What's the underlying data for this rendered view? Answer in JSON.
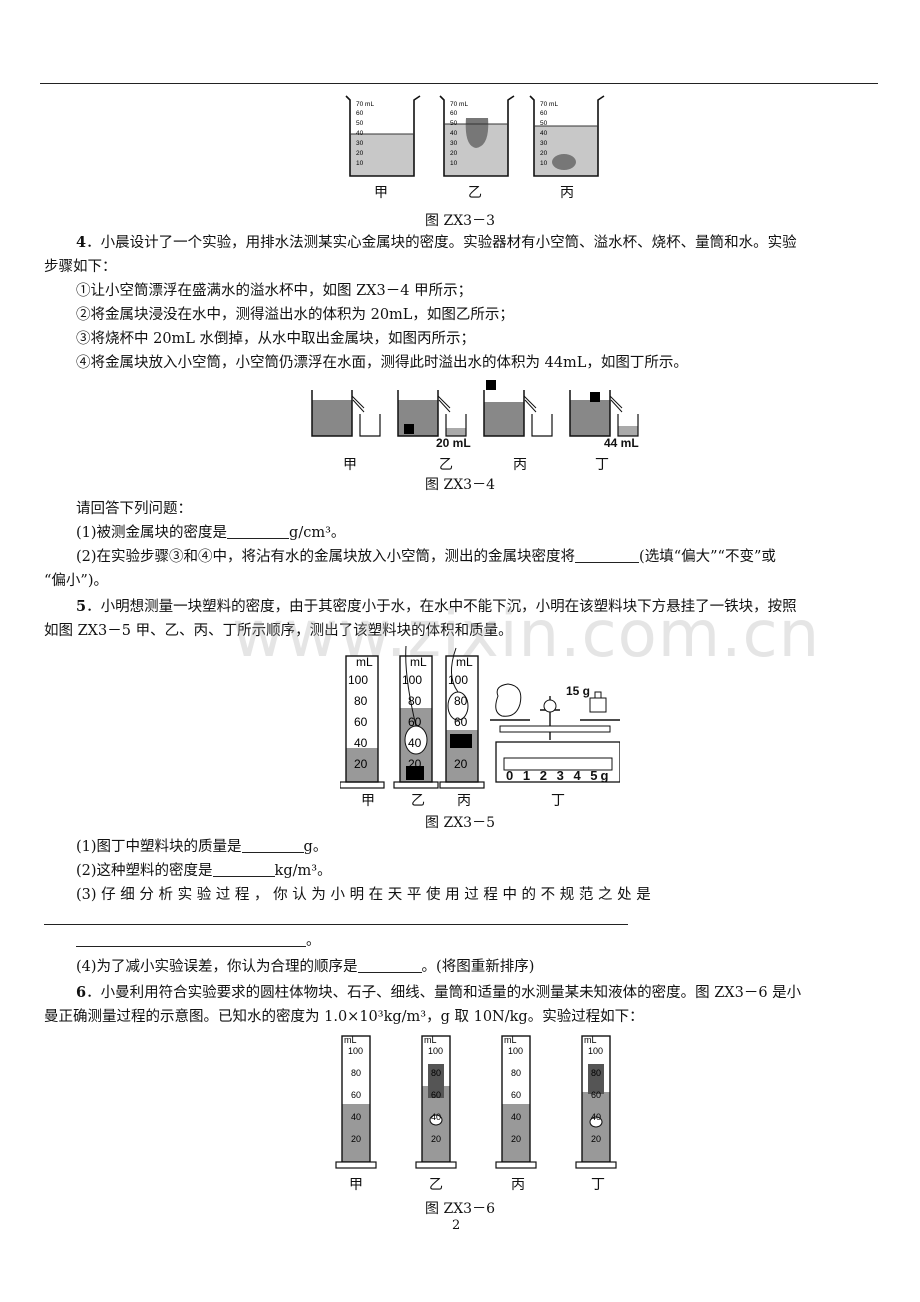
{
  "watermark": "www.zixin.com.cn",
  "page_number": "2",
  "fig3": {
    "caption": "图 ZX3－3",
    "labels": [
      "甲",
      "乙",
      "丙"
    ],
    "unit_label": "70 mL",
    "ticks": [
      "60",
      "50",
      "40",
      "30",
      "20",
      "10"
    ]
  },
  "q4": {
    "number": "4",
    "intro_line1": "．小晨设计了一个实验，用排水法测某实心金属块的密度。实验器材有小空筒、溢水杯、烧杯、量筒和水。实验",
    "intro_line2": "步骤如下：",
    "step1": "①让小空筒漂浮在盛满水的溢水杯中，如图 ZX3－4 甲所示；",
    "step2": "②将金属块浸没在水中，测得溢出水的体积为 20mL，如图乙所示；",
    "step3": "③将烧杯中 20mL 水倒掉，从水中取出金属块，如图丙所示；",
    "step4": "④将金属块放入小空筒，小空筒仍漂浮在水面，测得此时溢出水的体积为 44mL，如图丁所示。",
    "fig_caption": "图 ZX3－4",
    "fig_labels": [
      "甲",
      "乙",
      "丙",
      "丁"
    ],
    "vol_b": "20 mL",
    "vol_d": "44 mL",
    "answer_prompt": "请回答下列问题：",
    "sub1_a": "(1)被测金属块的密度是",
    "sub1_b": "g/cm³。",
    "sub2_a": "(2)在实验步骤③和④中，将沾有水的金属块放入小空筒，测出的金属块密度将",
    "sub2_b": "(选填“偏大”“不变”或",
    "sub2_c": "“偏小”)。"
  },
  "q5": {
    "number": "5",
    "line1": "．小明想测量一块塑料的密度，由于其密度小于水，在水中不能下沉，小明在该塑料块下方悬挂了一铁块，按照",
    "line2": "如图 ZX3－5 甲、乙、丙、丁所示顺序，测出了该塑料块的体积和质量。",
    "fig_caption": "图 ZX3－5",
    "fig_labels": [
      "甲",
      "乙",
      "丙",
      "丁"
    ],
    "unit": "mL",
    "ticks": [
      "100",
      "80",
      "60",
      "40",
      "20"
    ],
    "weight_label": "15 g",
    "scale_ticks": [
      "0",
      "1",
      "2",
      "3",
      "4",
      "5g"
    ],
    "sub1_a": "(1)图丁中塑料块的质量是",
    "sub1_b": "g。",
    "sub2_a": "(2)这种塑料的密度是",
    "sub2_b": "kg/m³。",
    "sub3": "(3) 仔 细 分 析 实 验 过 程 ， 你 认 为 小 明 在 天 平 使 用 过 程 中 的 不 规 范 之 处 是",
    "sub3_end": "。",
    "sub4_a": "(4)为了减小实验误差，你认为合理的顺序是",
    "sub4_b": "。(将图重新排序)"
  },
  "q6": {
    "number": "6",
    "line1": "．小曼利用符合实验要求的圆柱体物块、石子、细线、量筒和适量的水测量某未知液体的密度。图 ZX3－6 是小",
    "line2": "曼正确测量过程的示意图。已知水的密度为 1.0×10³kg/m³，g 取 10N/kg。实验过程如下：",
    "fig_caption": "图 ZX3－6",
    "fig_labels": [
      "甲",
      "乙",
      "丙",
      "丁"
    ],
    "unit": "mL",
    "ticks": [
      "100",
      "80",
      "60",
      "40",
      "20"
    ]
  }
}
